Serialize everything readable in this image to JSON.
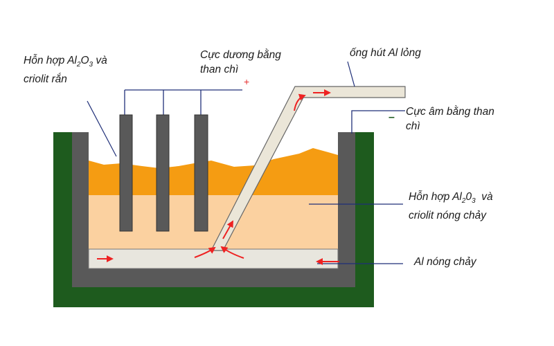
{
  "labels": {
    "solid_mixture": {
      "line1_prefix": "Hỗn hợp ",
      "formula_main": "Al",
      "formula_sub1": "2",
      "formula_mid": "O",
      "formula_sub2": "3",
      "line1_suffix": " và",
      "line2": "criolit rắn"
    },
    "anode": {
      "line1": "Cực dương bằng",
      "line2": "than chì"
    },
    "siphon": {
      "text": "ống hút Al lỏng"
    },
    "cathode": {
      "line1": "Cực âm bằng than",
      "line2": "chì"
    },
    "molten_mixture": {
      "line1_prefix": "Hỗn hợp ",
      "formula_main": "Al",
      "formula_sub1": "2",
      "formula_mid": "0",
      "formula_sub2": "3",
      "line1_suffix": "  và",
      "line2": "criolit nóng chảy"
    },
    "molten_al": {
      "text": "Al nóng chảy"
    }
  },
  "signs": {
    "anode": "+",
    "cathode": "–"
  },
  "colors": {
    "outer_shell": "#1e5b1e",
    "cathode_lining": "#595959",
    "solid_crust": "#f59c12",
    "molten_electrolyte": "#fbd1a0",
    "molten_aluminum": "#e8e6de",
    "electrode": "#595959",
    "siphon_tube": "#ebe6d8",
    "flow_arrow": "#ee2222",
    "positive_sign": "#e53030",
    "negative_sign": "#1e5b1e",
    "leader_line": "#1f2f78"
  }
}
